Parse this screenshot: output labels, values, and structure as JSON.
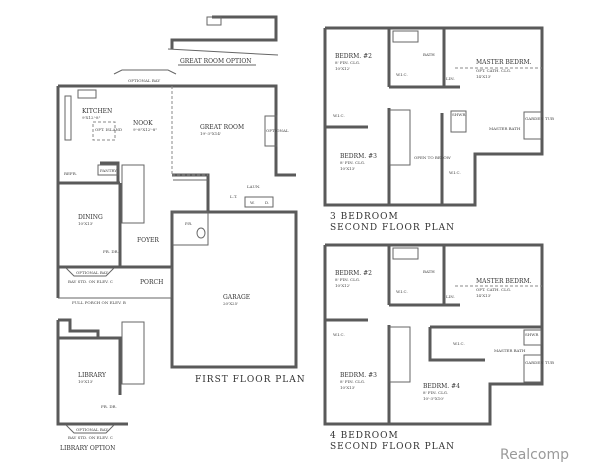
{
  "great_room_option": {
    "title": "GREAT ROOM OPTION"
  },
  "first_floor": {
    "title": "FIRST FLOOR PLAN",
    "optional_bay": "OPTIONAL BAY",
    "kitchen": {
      "name": "KITCHEN",
      "size": "9'X12'-8\""
    },
    "opt_island": "OPT. ISLAND",
    "nook": {
      "name": "NOOK",
      "size": "9'-8\"X12'-8\""
    },
    "great_room": {
      "name": "GREAT ROOM",
      "size": "19'-3\"X14'"
    },
    "fireplace": "OPTIONAL",
    "refr": "REFR.",
    "pantry": "PANTRY",
    "laundry": "LAUN.",
    "lt": "L.T.",
    "washer": "W.",
    "dryer": "D.",
    "dining": {
      "name": "DINING",
      "size": "10'X13'"
    },
    "foyer": "FOYER",
    "pr": "P.R.",
    "fr_dr": "FR. DR.",
    "porch": "PORCH",
    "bay_std": "BAY STD. ON ELEV. C",
    "full_porch": "FULL PORCH ON ELEV. B",
    "garage": {
      "name": "GARAGE",
      "size": "20'X25'"
    }
  },
  "library_option": {
    "title": "LIBRARY OPTION",
    "library": {
      "name": "LIBRARY",
      "size": "10'X13'"
    },
    "fr_dr": "FR. DR.",
    "optional_bay": "OPTIONAL BAY",
    "bay_std": "BAY STD. ON ELEV. C"
  },
  "plan_3br": {
    "title_line1": "3 BEDROOM",
    "title_line2": "SECOND FLOOR PLAN",
    "bedrm2": {
      "name": "BEDRM. #2",
      "note": "8' FIN. CLG.",
      "size": "10'X12'"
    },
    "bath": "BATH",
    "wic": "W.I.C.",
    "lin": "LIN.",
    "master": {
      "name": "MASTER BEDRM.",
      "note": "OPT. CATH. CLG.",
      "size": "14'X13'"
    },
    "bedrm3": {
      "name": "BEDRM. #3",
      "note": "8' FIN. CLG.",
      "size": "10'X13'"
    },
    "open_below": "OPEN TO BELOW",
    "master_bath": "MASTER BATH",
    "shower": "SHWR",
    "garden_tub": "GARDEN TUB"
  },
  "plan_4br": {
    "title_line1": "4 BEDROOM",
    "title_line2": "SECOND FLOOR PLAN",
    "bedrm2": {
      "name": "BEDRM. #2",
      "note": "8' FIN. CLG.",
      "size": "10'X12'"
    },
    "bath": "BATH",
    "wic": "W.I.C.",
    "lin": "LIN.",
    "master": {
      "name": "MASTER BEDRM.",
      "note": "OPT. CATH. CLG.",
      "size": "14'X13'"
    },
    "bedrm3": {
      "name": "BEDRM. #3",
      "note": "8' FIN. CLG.",
      "size": "10'X13'"
    },
    "bedrm4": {
      "name": "BEDRM. #4",
      "note": "8' FIN. CLG.",
      "size": "10'-3\"X10'"
    },
    "master_bath": "MASTER BATH",
    "shower": "SHWR",
    "garden_tub": "GARDEN TUB"
  },
  "watermark": "Realcomp"
}
